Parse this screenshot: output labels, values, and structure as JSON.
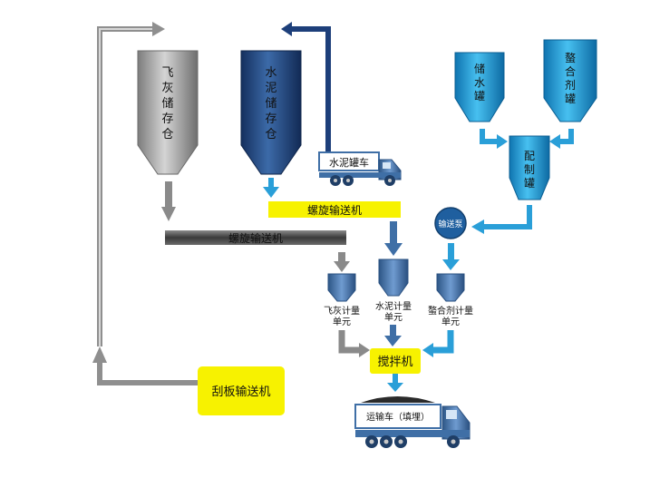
{
  "silos": {
    "fly_ash": "飞灰储存仓",
    "cement": "水泥储存仓",
    "water": "储水罐",
    "chelating": "螯合剂罐",
    "mixing_tank": "配制罐"
  },
  "conveyors": {
    "screw_upper": "螺旋输送机",
    "screw_lower": "螺旋输送机",
    "scraper": "刮板输送机"
  },
  "pump": "输送泵",
  "meters": {
    "fly_ash": [
      "飞灰计量",
      "单元"
    ],
    "cement": [
      "水泥计量",
      "单元"
    ],
    "chelating": [
      "螯合剂计量",
      "单元"
    ]
  },
  "mixer": "搅拌机",
  "trucks": {
    "cement": "水泥罐车",
    "transport": "运输车（填埋）"
  },
  "colors": {
    "gray_silo": "#9a9a9a",
    "navy_silo": "#1d3f7a",
    "cyan_tank": "#1f9ad6",
    "yellow": "#f7f200",
    "steel_blue": "#3f6fa6",
    "arrow_gray": "#8a8a8a",
    "arrow_blue": "#2a9fd8"
  }
}
